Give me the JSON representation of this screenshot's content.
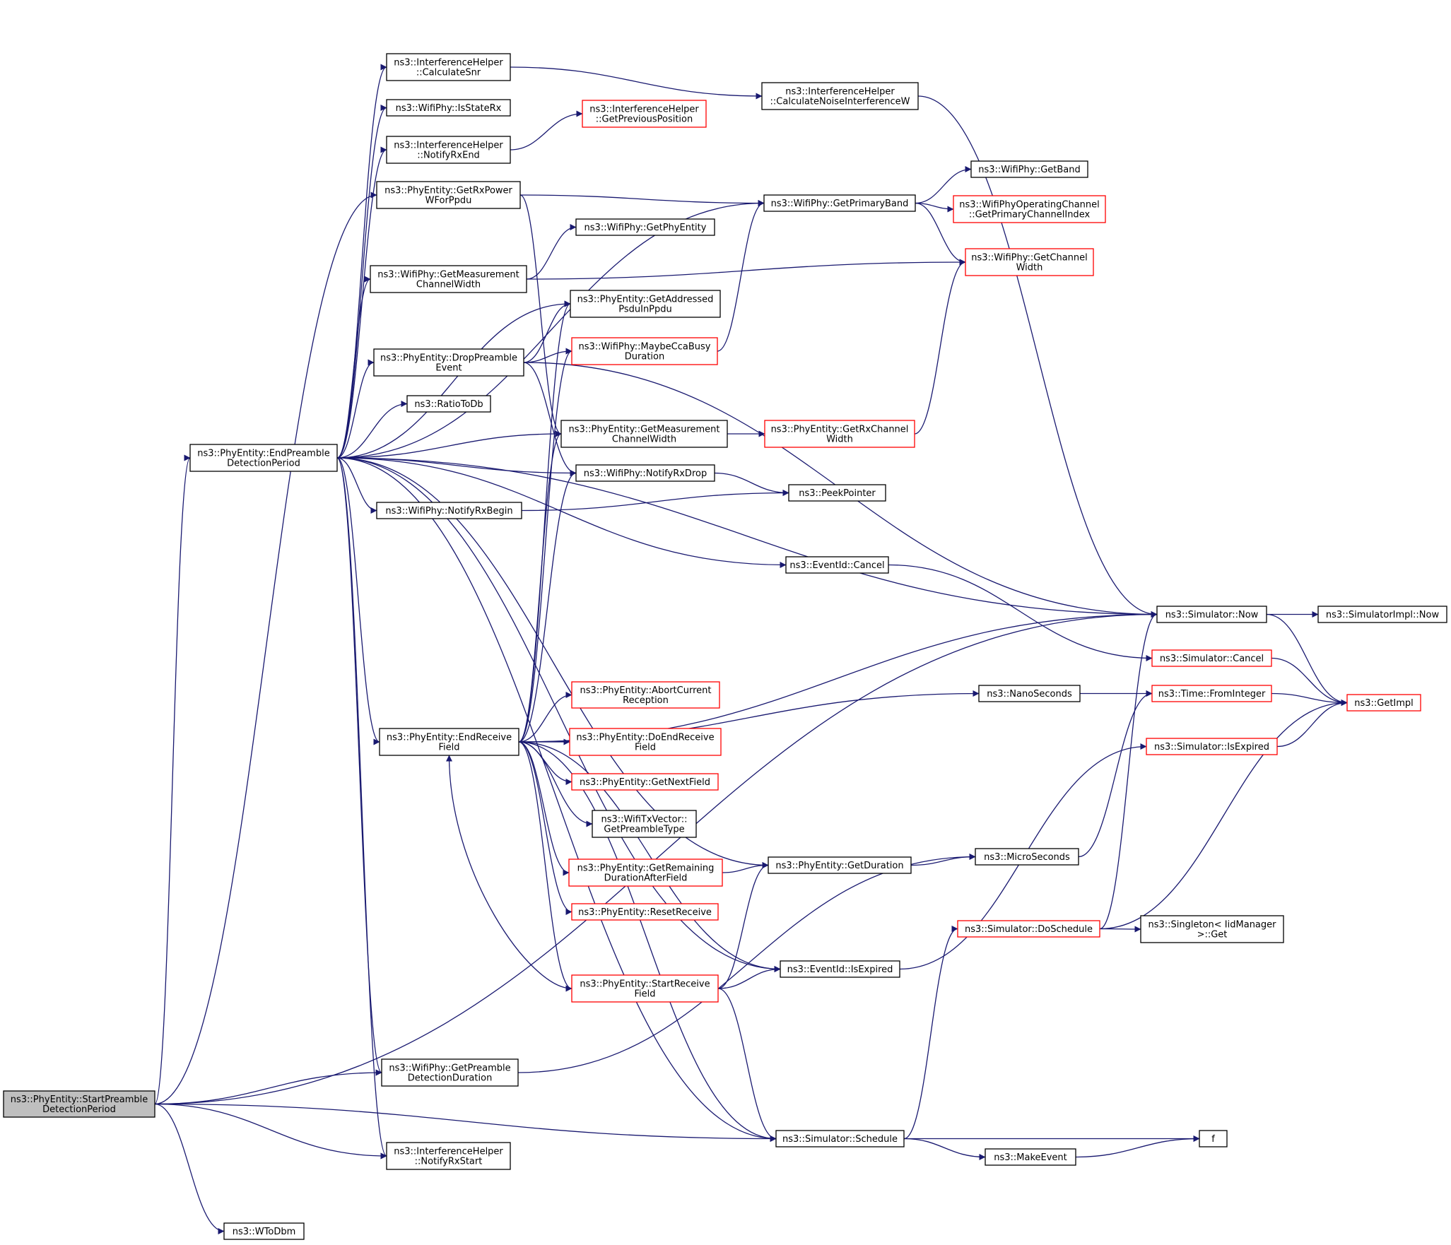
{
  "colors": {
    "edge": "#191970",
    "border_default": "#000000",
    "border_truncated": "#ff0000",
    "fill_default": "#ffffff",
    "fill_focus": "#bfbfbf"
  },
  "nodes": [
    {
      "id": "start",
      "lines": [
        "ns3::PhyEntity::StartPreamble",
        "DetectionPeriod"
      ],
      "style": "focus"
    },
    {
      "id": "endpre",
      "lines": [
        "ns3::PhyEntity::EndPreamble",
        "DetectionPeriod"
      ],
      "style": "normal"
    },
    {
      "id": "calcsnr",
      "lines": [
        "ns3::InterferenceHelper",
        "::CalculateSnr"
      ],
      "style": "normal"
    },
    {
      "id": "isstaterx",
      "lines": [
        "ns3::WifiPhy::IsStateRx"
      ],
      "style": "normal"
    },
    {
      "id": "notifyrxend",
      "lines": [
        "ns3::InterferenceHelper",
        "::NotifyRxEnd"
      ],
      "style": "normal"
    },
    {
      "id": "getrxpower",
      "lines": [
        "ns3::PhyEntity::GetRxPower",
        "WForPpdu"
      ],
      "style": "normal"
    },
    {
      "id": "getmeasW",
      "lines": [
        "ns3::WifiPhy::GetMeasurement",
        "ChannelWidth"
      ],
      "style": "normal"
    },
    {
      "id": "droppre",
      "lines": [
        "ns3::PhyEntity::DropPreamble",
        "Event"
      ],
      "style": "normal"
    },
    {
      "id": "ratiotodb",
      "lines": [
        "ns3::RatioToDb"
      ],
      "style": "normal"
    },
    {
      "id": "notifyrxbegin",
      "lines": [
        "ns3::WifiPhy::NotifyRxBegin"
      ],
      "style": "normal"
    },
    {
      "id": "endrecv",
      "lines": [
        "ns3::PhyEntity::EndReceive",
        "Field"
      ],
      "style": "normal"
    },
    {
      "id": "getpredet",
      "lines": [
        "ns3::WifiPhy::GetPreamble",
        "DetectionDuration"
      ],
      "style": "normal"
    },
    {
      "id": "notifyrxstart",
      "lines": [
        "ns3::InterferenceHelper",
        "::NotifyRxStart"
      ],
      "style": "normal"
    },
    {
      "id": "wtodbm",
      "lines": [
        "ns3::WToDbm"
      ],
      "style": "normal"
    },
    {
      "id": "getprevpos",
      "lines": [
        "ns3::InterferenceHelper",
        "::GetPreviousPosition"
      ],
      "style": "truncated"
    },
    {
      "id": "getphyentity",
      "lines": [
        "ns3::WifiPhy::GetPhyEntity"
      ],
      "style": "normal"
    },
    {
      "id": "getaddr",
      "lines": [
        "ns3::PhyEntity::GetAddressed",
        "PsduInPpdu"
      ],
      "style": "normal"
    },
    {
      "id": "maybecca",
      "lines": [
        "ns3::WifiPhy::MaybeCcaBusy",
        "Duration"
      ],
      "style": "truncated"
    },
    {
      "id": "peGetMeas",
      "lines": [
        "ns3::PhyEntity::GetMeasurement",
        "ChannelWidth"
      ],
      "style": "normal"
    },
    {
      "id": "notifyrxdrop",
      "lines": [
        "ns3::WifiPhy::NotifyRxDrop"
      ],
      "style": "normal"
    },
    {
      "id": "abort",
      "lines": [
        "ns3::PhyEntity::AbortCurrent",
        "Reception"
      ],
      "style": "truncated"
    },
    {
      "id": "doendrecv",
      "lines": [
        "ns3::PhyEntity::DoEndReceive",
        "Field"
      ],
      "style": "truncated"
    },
    {
      "id": "getnextfield",
      "lines": [
        "ns3::PhyEntity::GetNextField"
      ],
      "style": "truncated"
    },
    {
      "id": "getpretype",
      "lines": [
        "ns3::WifiTxVector::",
        "GetPreambleType"
      ],
      "style": "normal"
    },
    {
      "id": "getremdur",
      "lines": [
        "ns3::PhyEntity::GetRemaining",
        "DurationAfterField"
      ],
      "style": "truncated"
    },
    {
      "id": "resetrecv",
      "lines": [
        "ns3::PhyEntity::ResetReceive"
      ],
      "style": "truncated"
    },
    {
      "id": "startrecv",
      "lines": [
        "ns3::PhyEntity::StartReceive",
        "Field"
      ],
      "style": "truncated"
    },
    {
      "id": "calcnoise",
      "lines": [
        "ns3::InterferenceHelper",
        "::CalculateNoiseInterferenceW"
      ],
      "style": "normal"
    },
    {
      "id": "getprimband",
      "lines": [
        "ns3::WifiPhy::GetPrimaryBand"
      ],
      "style": "normal"
    },
    {
      "id": "getrxchw",
      "lines": [
        "ns3::PhyEntity::GetRxChannel",
        "Width"
      ],
      "style": "truncated"
    },
    {
      "id": "peekptr",
      "lines": [
        "ns3::PeekPointer"
      ],
      "style": "normal"
    },
    {
      "id": "evcancel",
      "lines": [
        "ns3::EventId::Cancel"
      ],
      "style": "normal"
    },
    {
      "id": "pegetdur",
      "lines": [
        "ns3::PhyEntity::GetDuration"
      ],
      "style": "normal"
    },
    {
      "id": "evisexp",
      "lines": [
        "ns3::EventId::IsExpired"
      ],
      "style": "normal"
    },
    {
      "id": "schedule",
      "lines": [
        "ns3::Simulator::Schedule"
      ],
      "style": "normal"
    },
    {
      "id": "nanosec",
      "lines": [
        "ns3::NanoSeconds"
      ],
      "style": "normal"
    },
    {
      "id": "microsec",
      "lines": [
        "ns3::MicroSeconds"
      ],
      "style": "normal"
    },
    {
      "id": "doschedule",
      "lines": [
        "ns3::Simulator::DoSchedule"
      ],
      "style": "truncated"
    },
    {
      "id": "makeevent",
      "lines": [
        "ns3::MakeEvent"
      ],
      "style": "normal"
    },
    {
      "id": "getband",
      "lines": [
        "ns3::WifiPhy::GetBand"
      ],
      "style": "normal"
    },
    {
      "id": "getprimidx",
      "lines": [
        "ns3::WifiPhyOperatingChannel",
        "::GetPrimaryChannelIndex"
      ],
      "style": "truncated"
    },
    {
      "id": "getchw",
      "lines": [
        "ns3::WifiPhy::GetChannel",
        "Width"
      ],
      "style": "truncated"
    },
    {
      "id": "simnow",
      "lines": [
        "ns3::Simulator::Now"
      ],
      "style": "normal"
    },
    {
      "id": "simcancel",
      "lines": [
        "ns3::Simulator::Cancel"
      ],
      "style": "truncated"
    },
    {
      "id": "fromint",
      "lines": [
        "ns3::Time::FromInteger"
      ],
      "style": "truncated"
    },
    {
      "id": "simisexp",
      "lines": [
        "ns3::Simulator::IsExpired"
      ],
      "style": "truncated"
    },
    {
      "id": "singleton",
      "lines": [
        "ns3::Singleton< IidManager",
        " >::Get"
      ],
      "style": "normal"
    },
    {
      "id": "f",
      "lines": [
        "f"
      ],
      "style": "normal"
    },
    {
      "id": "implnow",
      "lines": [
        "ns3::SimulatorImpl::Now"
      ],
      "style": "normal"
    },
    {
      "id": "getimpl",
      "lines": [
        "ns3::GetImpl"
      ],
      "style": "truncated"
    }
  ],
  "edges": [
    [
      "start",
      "endpre"
    ],
    [
      "start",
      "getpredet"
    ],
    [
      "start",
      "notifyrxstart"
    ],
    [
      "start",
      "wtodbm"
    ],
    [
      "start",
      "schedule"
    ],
    [
      "start",
      "getrxpower"
    ],
    [
      "start",
      "simnow"
    ],
    [
      "endpre",
      "calcsnr"
    ],
    [
      "endpre",
      "isstaterx"
    ],
    [
      "endpre",
      "notifyrxend"
    ],
    [
      "endpre",
      "getmeasW"
    ],
    [
      "endpre",
      "getaddr"
    ],
    [
      "endpre",
      "droppre"
    ],
    [
      "endpre",
      "ratiotodb"
    ],
    [
      "endpre",
      "peGetMeas"
    ],
    [
      "endpre",
      "notifyrxdrop"
    ],
    [
      "endpre",
      "notifyrxbegin"
    ],
    [
      "endpre",
      "evcancel"
    ],
    [
      "endpre",
      "endrecv"
    ],
    [
      "endpre",
      "pegetdur"
    ],
    [
      "endpre",
      "evisexp"
    ],
    [
      "endpre",
      "getpredet"
    ],
    [
      "endpre",
      "notifyrxstart"
    ],
    [
      "endpre",
      "schedule"
    ],
    [
      "endpre",
      "getprimband"
    ],
    [
      "endpre",
      "simnow"
    ],
    [
      "calcsnr",
      "calcnoise"
    ],
    [
      "calcnoise",
      "simnow"
    ],
    [
      "notifyrxend",
      "getprevpos"
    ],
    [
      "getrxpower",
      "getprimband"
    ],
    [
      "getrxpower",
      "peGetMeas"
    ],
    [
      "getmeasW",
      "getphyentity"
    ],
    [
      "getmeasW",
      "getchw"
    ],
    [
      "droppre",
      "getaddr"
    ],
    [
      "droppre",
      "maybecca"
    ],
    [
      "droppre",
      "notifyrxdrop"
    ],
    [
      "droppre",
      "simnow"
    ],
    [
      "maybecca",
      "getprimband"
    ],
    [
      "peGetMeas",
      "getrxchw"
    ],
    [
      "getrxchw",
      "getchw"
    ],
    [
      "notifyrxdrop",
      "peekptr"
    ],
    [
      "notifyrxbegin",
      "peekptr"
    ],
    [
      "getprimband",
      "getband"
    ],
    [
      "getprimband",
      "getprimidx"
    ],
    [
      "getprimband",
      "getchw"
    ],
    [
      "evcancel",
      "simcancel"
    ],
    [
      "endrecv",
      "getaddr"
    ],
    [
      "endrecv",
      "maybecca"
    ],
    [
      "endrecv",
      "peGetMeas"
    ],
    [
      "endrecv",
      "notifyrxdrop"
    ],
    [
      "endrecv",
      "simnow"
    ],
    [
      "endrecv",
      "nanosec"
    ],
    [
      "endrecv",
      "abort"
    ],
    [
      "endrecv",
      "doendrecv"
    ],
    [
      "endrecv",
      "getnextfield"
    ],
    [
      "endrecv",
      "getpretype"
    ],
    [
      "endrecv",
      "getremdur"
    ],
    [
      "endrecv",
      "resetrecv"
    ],
    [
      "endrecv",
      "startrecv"
    ],
    [
      "endrecv",
      "evisexp"
    ],
    [
      "endrecv",
      "schedule"
    ],
    [
      "getremdur",
      "pegetdur"
    ],
    [
      "startrecv",
      "endrecv"
    ],
    [
      "startrecv",
      "pegetdur"
    ],
    [
      "startrecv",
      "evisexp"
    ],
    [
      "startrecv",
      "schedule"
    ],
    [
      "pegetdur",
      "microsec"
    ],
    [
      "microsec",
      "fromint"
    ],
    [
      "nanosec",
      "fromint"
    ],
    [
      "evisexp",
      "simisexp"
    ],
    [
      "getpredet",
      "microsec"
    ],
    [
      "schedule",
      "doschedule"
    ],
    [
      "schedule",
      "makeevent"
    ],
    [
      "schedule",
      "f"
    ],
    [
      "makeevent",
      "f"
    ],
    [
      "doschedule",
      "simnow"
    ],
    [
      "doschedule",
      "singleton"
    ],
    [
      "doschedule",
      "getimpl"
    ],
    [
      "simnow",
      "implnow"
    ],
    [
      "simnow",
      "getimpl"
    ],
    [
      "simcancel",
      "getimpl"
    ],
    [
      "simisexp",
      "getimpl"
    ],
    [
      "fromint",
      "getimpl"
    ]
  ]
}
